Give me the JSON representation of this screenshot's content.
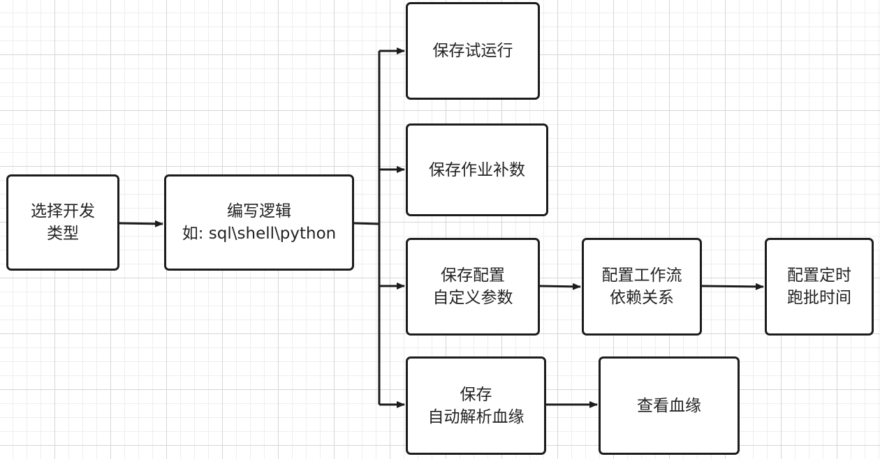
{
  "colors": {
    "stroke": "#1c1c1c",
    "text": "#222222",
    "node_fill": "#ffffff",
    "grid_major": "#d6d6d6",
    "grid_minor": "#eeeeee"
  },
  "nodes": {
    "select_type": {
      "label": "选择开发\n类型"
    },
    "write_logic": {
      "label": "编写逻辑\n如: sql\\shell\\python"
    },
    "save_test_run": {
      "label": "保存试运行"
    },
    "save_backfill": {
      "label": "保存作业补数"
    },
    "save_config": {
      "label": "保存配置\n自定义参数"
    },
    "workflow_deps": {
      "label": "配置工作流\n依赖关系"
    },
    "schedule_time": {
      "label": "配置定时\n跑批时间"
    },
    "save_lineage": {
      "label": "保存\n自动解析血缘"
    },
    "view_lineage": {
      "label": "查看血缘"
    }
  },
  "edges": [
    {
      "from": "select_type",
      "to": "write_logic"
    },
    {
      "from": "write_logic",
      "to": "save_test_run"
    },
    {
      "from": "write_logic",
      "to": "save_backfill"
    },
    {
      "from": "write_logic",
      "to": "save_config"
    },
    {
      "from": "write_logic",
      "to": "save_lineage"
    },
    {
      "from": "save_config",
      "to": "workflow_deps"
    },
    {
      "from": "workflow_deps",
      "to": "schedule_time"
    },
    {
      "from": "save_lineage",
      "to": "view_lineage"
    }
  ]
}
